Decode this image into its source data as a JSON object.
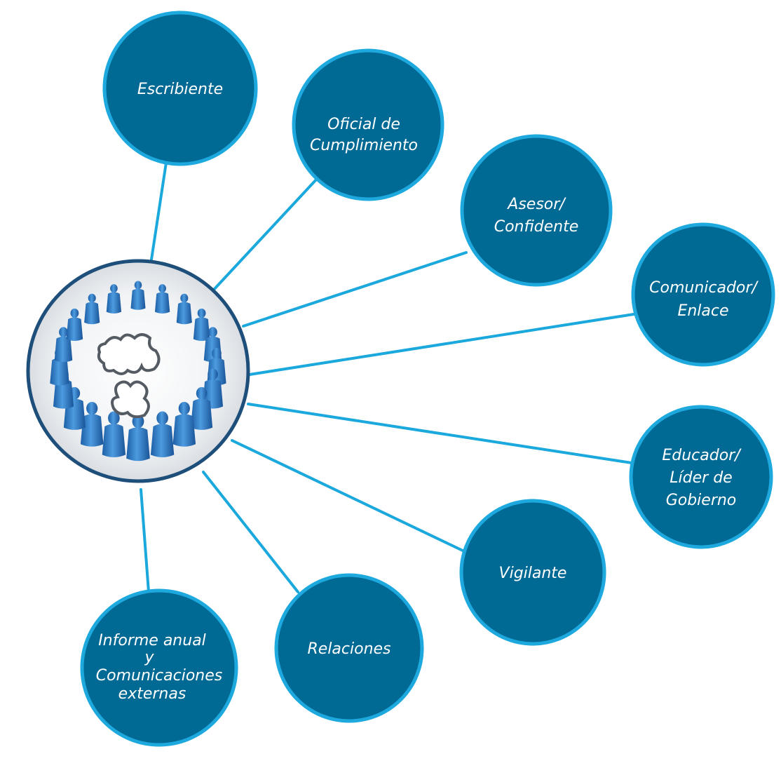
{
  "colors": {
    "node_fill": "#006a94",
    "node_ring": "#1ea9de",
    "connector": "#1ba8dc",
    "hub_ring": "#1e4e7a",
    "figure": "#2a73bb"
  },
  "hub": {
    "icon": "people-circle-with-puzzle-pieces-icon"
  },
  "nodes": [
    {
      "id": "escribiente",
      "lines": [
        "Escribiente"
      ]
    },
    {
      "id": "oficial-de-cumplimiento",
      "lines": [
        "Oficial de",
        "Cumplimiento"
      ]
    },
    {
      "id": "asesor-confidente",
      "lines": [
        "Asesor/",
        "Confidente"
      ]
    },
    {
      "id": "comunicador-enlace",
      "lines": [
        "Comunicador/",
        "Enlace"
      ]
    },
    {
      "id": "educador-lider-de-gobierno",
      "lines": [
        "Educador/",
        "Líder de",
        "Gobierno"
      ]
    },
    {
      "id": "vigilante",
      "lines": [
        "Vigilante"
      ]
    },
    {
      "id": "relaciones",
      "lines": [
        "Relaciones"
      ]
    },
    {
      "id": "informe-anual",
      "lines": [
        "Informe anual",
        "y",
        "Comunicaciones",
        "externas"
      ]
    }
  ]
}
